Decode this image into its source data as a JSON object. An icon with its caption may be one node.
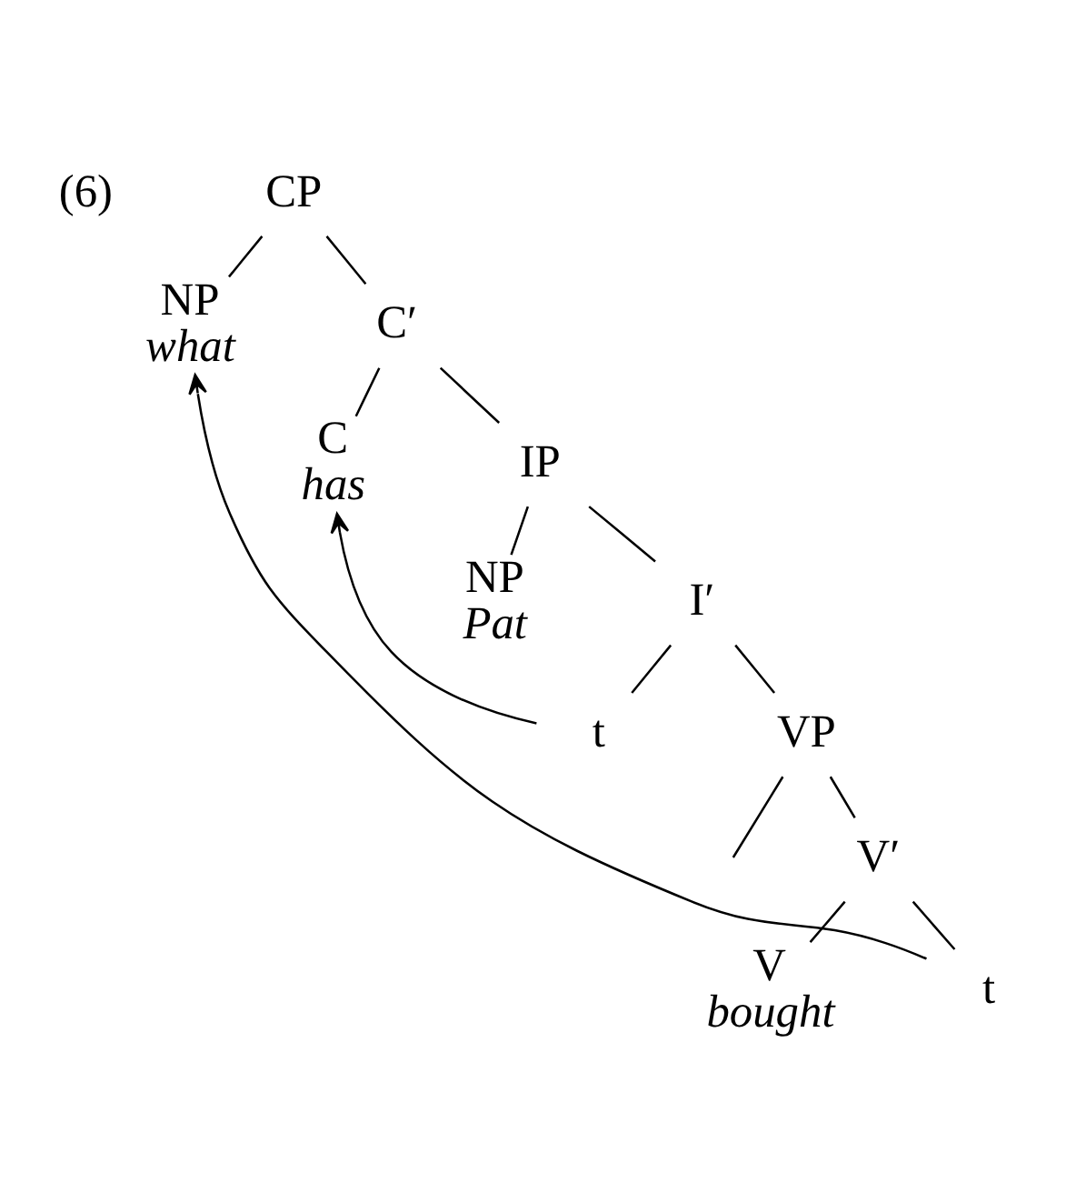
{
  "diagram": {
    "nodes": [
      {
        "text": [
          "CP"
        ]
      },
      {
        "text": [
          "NP",
          "what"
        ]
      },
      {
        "text": [
          "C′"
        ]
      },
      {
        "text": [
          "C",
          "has"
        ]
      },
      {
        "text": [
          "IP"
        ]
      },
      {
        "text": [
          "NP",
          "Pat"
        ]
      },
      {
        "text": [
          "I′"
        ]
      },
      {
        "text": [
          "t"
        ]
      },
      {
        "text": [
          "VP"
        ]
      },
      {
        "text": [
          "V′"
        ]
      },
      {
        "text": [
          "V",
          "bought"
        ]
      },
      {
        "text": [
          "t"
        ]
      }
    ],
    "edges": [
      {
        "from": 0,
        "to": 1,
        "arrow": "none"
      },
      {
        "from": 0,
        "to": 2,
        "arrow": "none"
      },
      {
        "from": 2,
        "to": 3,
        "arrow": "none"
      },
      {
        "from": 2,
        "to": 4,
        "arrow": "none"
      },
      {
        "from": 4,
        "to": 5,
        "arrow": "none"
      },
      {
        "from": 4,
        "to": 6,
        "arrow": "none"
      },
      {
        "from": 6,
        "to": 7,
        "arrow": "none"
      },
      {
        "from": 6,
        "to": 8,
        "arrow": "none"
      },
      {
        "from": 8,
        "to": null,
        "arrow": "none"
      },
      {
        "from": 8,
        "to": 9,
        "arrow": "none"
      },
      {
        "from": 9,
        "to": 10,
        "arrow": "none"
      },
      {
        "from": 9,
        "to": 11,
        "arrow": "none"
      },
      {
        "from": 7,
        "to": 3,
        "arrow": "to"
      },
      {
        "from": 11,
        "to": 1,
        "arrow": "to"
      }
    ],
    "labels": [
      "(6)"
    ]
  }
}
